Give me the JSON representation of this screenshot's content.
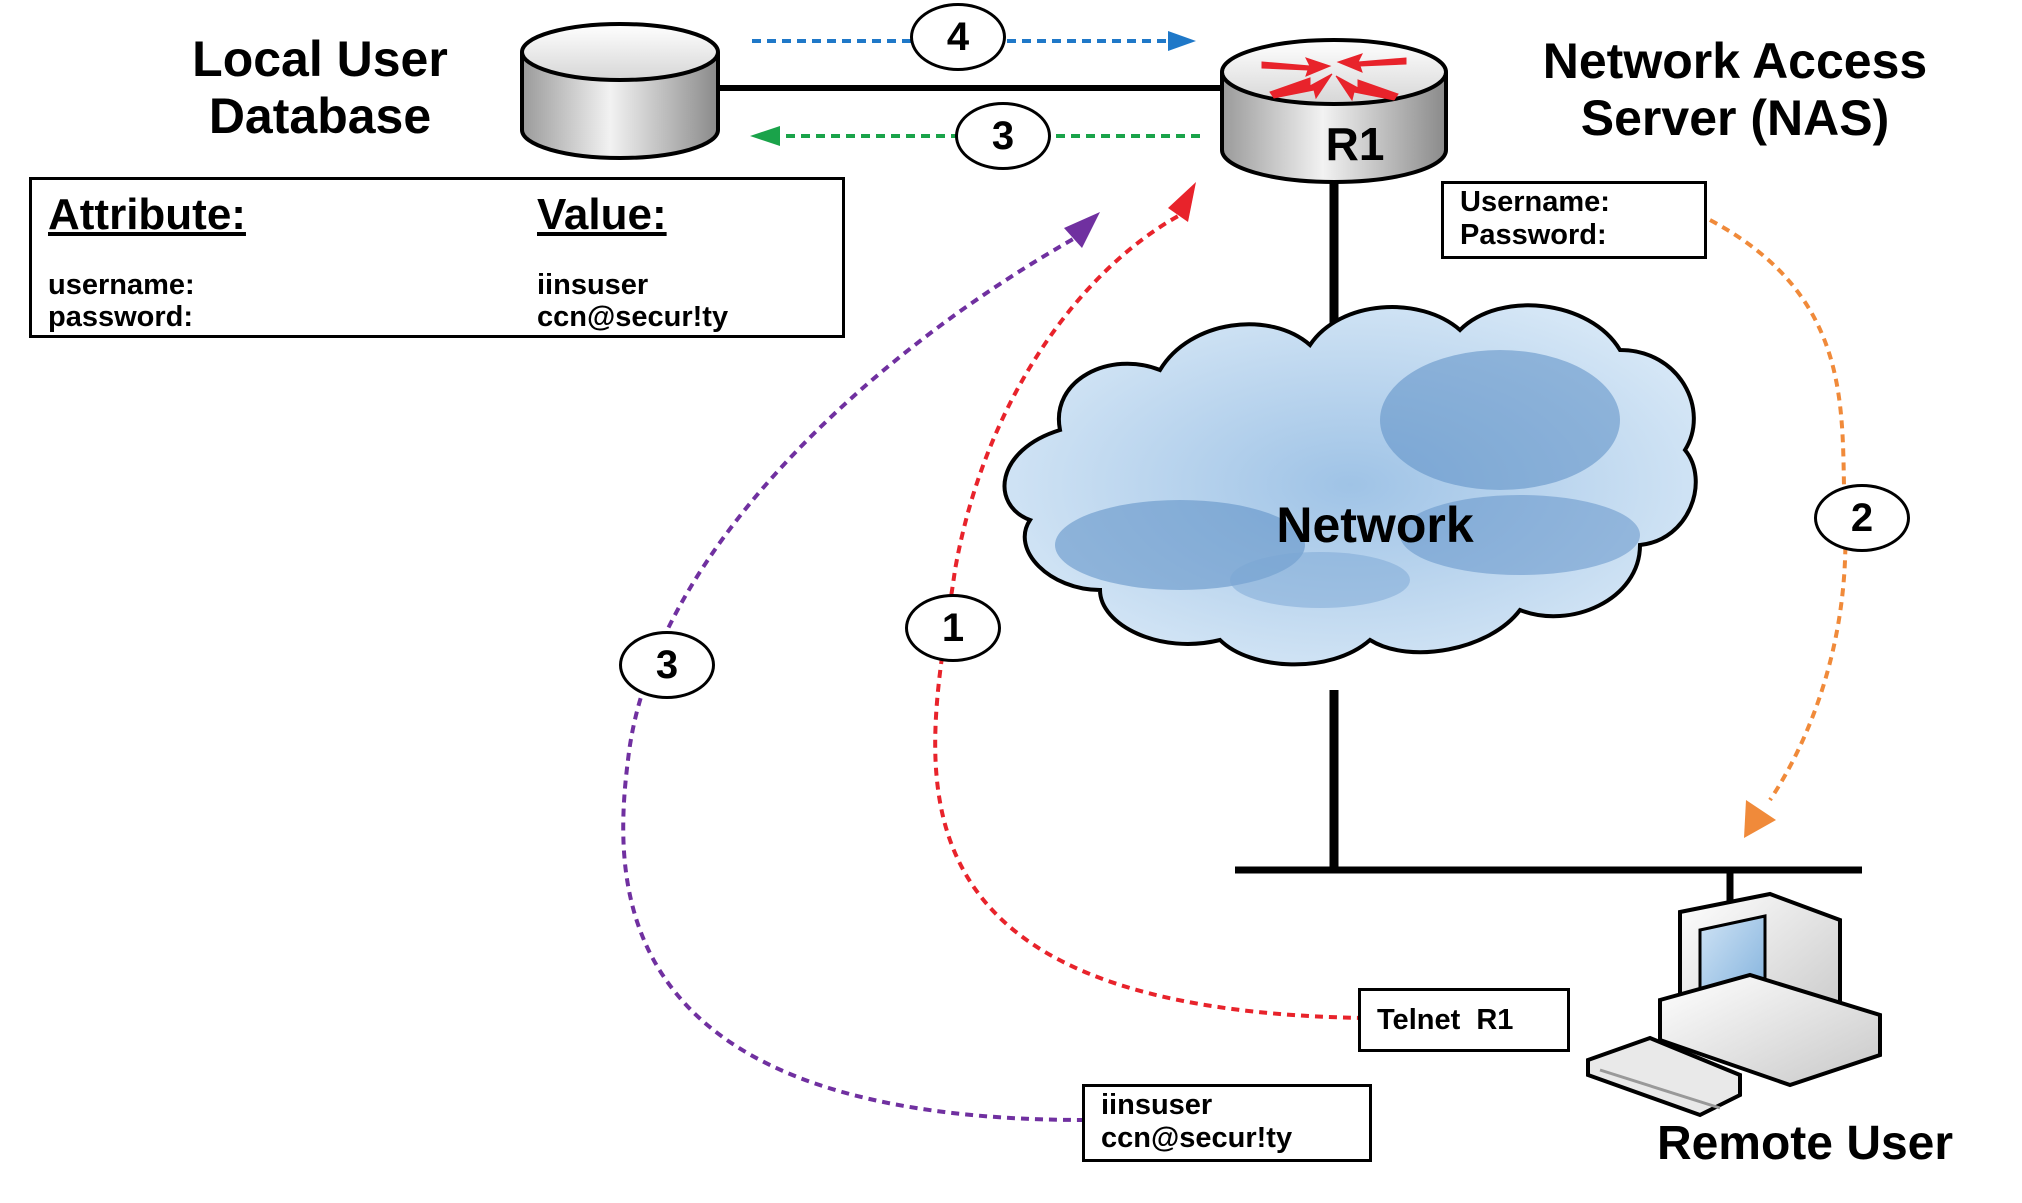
{
  "title_db_line1": "Local User",
  "title_db_line2": "Database",
  "title_nas_line1": "Network Access",
  "title_nas_line2": "Server (NAS)",
  "router_label": "R1",
  "network_label": "Network",
  "remote_user_label": "Remote User",
  "attribute_table": {
    "header_attribute": "Attribute:",
    "header_value": "Value:",
    "rows": [
      {
        "attribute": "username:",
        "value": "iinsuser"
      },
      {
        "attribute": "password:",
        "value": "ccn@secur!ty"
      }
    ]
  },
  "prompt_box": {
    "line1": "Username:",
    "line2": "Password:"
  },
  "telnet_box": "Telnet  R1",
  "credentials_box": {
    "line1": "iinsuser",
    "line2": "ccn@secur!ty"
  },
  "steps": {
    "s1": "1",
    "s2": "2",
    "s3_curve": "3",
    "s3_top": "3",
    "s4": "4"
  },
  "colors": {
    "step1": "#e8232b",
    "step2": "#f08a3a",
    "step3_curve": "#7030a0",
    "step3_top": "#1aa34a",
    "step4": "#1f78c8",
    "router_arrows": "#e8232b"
  }
}
